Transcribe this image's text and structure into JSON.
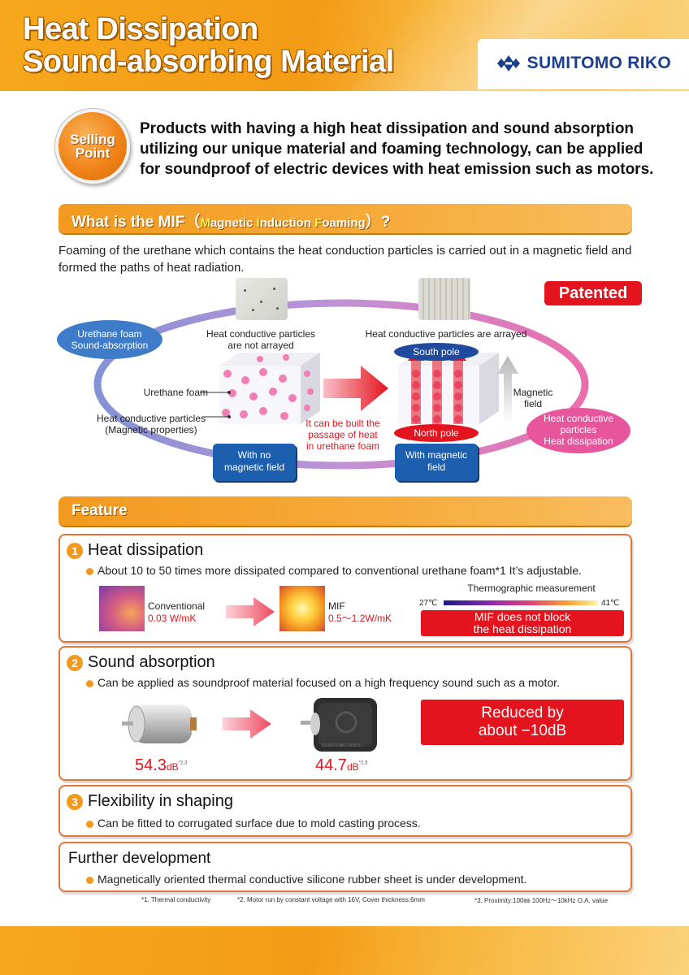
{
  "header": {
    "title_line1": "Heat Dissipation",
    "title_line2": "Sound-absorbing Material",
    "logo_text": "SUMITOMO RIKO"
  },
  "selling_point": {
    "badge_line1": "Selling",
    "badge_line2": "Point",
    "text": "Products with having a high heat dissipation and sound absorption utilizing our unique material and foaming technology, can be applied for soundproof of electric devices with heat emission such as motors."
  },
  "mif": {
    "heading_prefix": "What is the MIF（",
    "heading_m": "M",
    "heading_agnetic": "agnetic ",
    "heading_i": "I",
    "heading_nduction": "nduction ",
    "heading_f": "F",
    "heading_oaming": "oaming",
    "heading_suffix": "）?",
    "description": "Foaming of the urethane which contains the heat conduction particles is carried out in a magnetic field and formed the paths of heat radiation.",
    "patented": "Patented",
    "urethane_pill_line1": "Urethane foam",
    "urethane_pill_line2": "Sound-absorption",
    "not_arrayed_line1": "Heat conductive particles",
    "not_arrayed_line2": "are not arrayed",
    "arrayed": "Heat conductive particles are arrayed",
    "urethane_foam_label": "Urethane foam",
    "particles_label_line1": "Heat conductive particles",
    "particles_label_line2": "(Magnetic properties)",
    "south_pole": "South pole",
    "north_pole": "North pole",
    "magnetic_field_line1": "Magnetic",
    "magnetic_field_line2": "field",
    "built_line1": "It can be built the",
    "built_line2": "passage of heat",
    "built_line3": "in urethane foam",
    "no_field_line1": "With no",
    "no_field_line2": "magnetic field",
    "with_field_line1": "With magnetic",
    "with_field_line2": "field",
    "pink_pill_line1": "Heat conductive",
    "pink_pill_line2": "particles",
    "pink_pill_line3": "Heat dissipation"
  },
  "feature": {
    "heading": "Feature",
    "items": [
      {
        "number": "1",
        "title": "Heat dissipation",
        "bullet": "About 10 to 50 times more dissipated compared to conventional urethane foam*1 It’s adjustable.",
        "conventional_label": "Conventional",
        "conventional_value": "0.03 W/mK",
        "mif_label": "MIF",
        "mif_value": "0.5〜1.2W/mK",
        "thermo_title": "Thermographic measurement",
        "thermo_min": "27℃",
        "thermo_max": "41℃",
        "box_line1": "MIF does not block",
        "box_line2": "the heat dissipation"
      },
      {
        "number": "2",
        "title": "Sound absorption",
        "bullet": "Can be applied as soundproof material focused on a high frequency sound such as a motor.",
        "before_value": "54.3",
        "before_unit": "dB",
        "before_note": "*2,3",
        "after_value": "44.7",
        "after_unit": "dB",
        "after_note": "*2,3",
        "box_line1": "Reduced by",
        "box_line2": "about −10dB",
        "cover_text": "SUMITOMO RIKO"
      },
      {
        "number": "3",
        "title": "Flexibility in shaping",
        "bullet": "Can be fitted to corrugated surface due to mold casting process."
      }
    ]
  },
  "further": {
    "title": "Further development",
    "bullet": "Magnetically oriented thermal conductive silicone rubber sheet is under development."
  },
  "footnotes": {
    "n1": "*1. Thermal conductivity",
    "n2": "*2. Motor run by constant voltage with 16V, Cover thickness:6mm",
    "n3": "*3. Proximity:100㎜ 100Hz〜10kHz O.A. value"
  },
  "colors": {
    "orange": "#f29a1f",
    "red": "#e4141e",
    "blue": "#1c5fae",
    "pink": "#e7559d"
  }
}
